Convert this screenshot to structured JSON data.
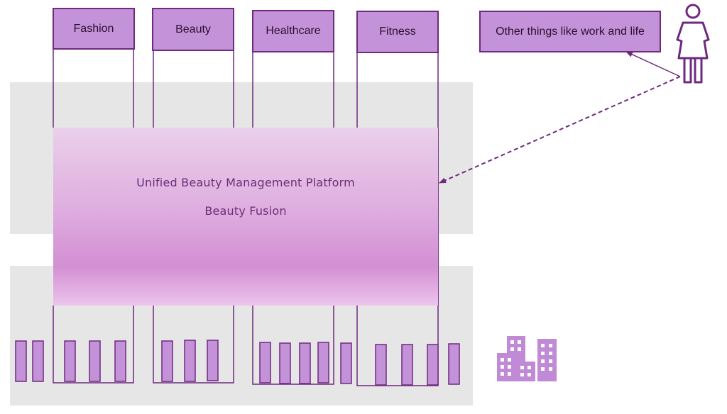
{
  "categories": [
    {
      "label": "Fashion"
    },
    {
      "label": "Beauty"
    },
    {
      "label": "Healthcare"
    },
    {
      "label": "Fitness"
    }
  ],
  "other": {
    "label": "Other things like work and life"
  },
  "platform": {
    "title": "Unified Beauty Management Platform",
    "subtitle": "Beauty Fusion"
  },
  "colors": {
    "box_fill": "#c492d8",
    "stroke": "#6e2a7e",
    "band": "#e6e6e6",
    "icon": "#c18ad6",
    "arrow": "#6e2a7e"
  },
  "icons": [
    "person-icon",
    "buildings-icon"
  ]
}
